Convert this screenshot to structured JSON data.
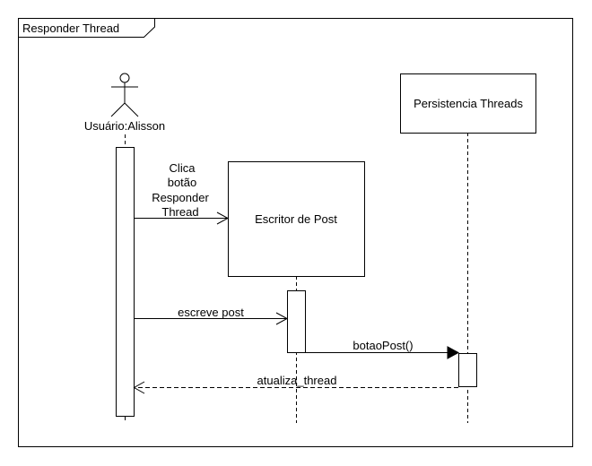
{
  "frame": {
    "title": "Responder Thread"
  },
  "actor": {
    "label": "Usuário:Alisson"
  },
  "objects": {
    "escritor": {
      "label": "Escritor de Post"
    },
    "persistencia": {
      "label": "Persistencia Threads"
    }
  },
  "messages": {
    "m1": {
      "lines": [
        "Clica",
        "botão",
        "Responder",
        "Thread"
      ]
    },
    "m2": {
      "label": "escreve post"
    },
    "m3": {
      "label": "botaoPost()"
    },
    "m4": {
      "label": "atualiza_thread"
    }
  }
}
